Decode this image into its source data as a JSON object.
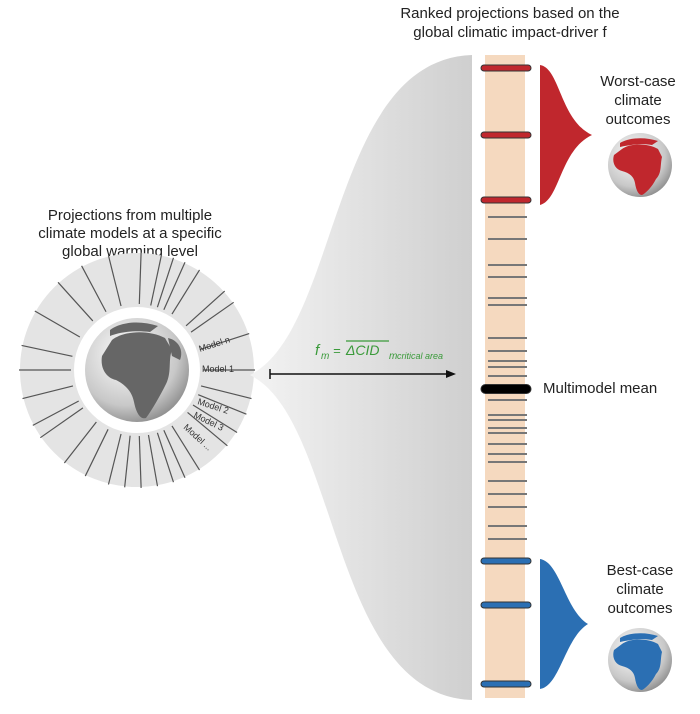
{
  "title_left": [
    "Projections from multiple",
    "climate models at a specific",
    "global warming level"
  ],
  "title_top": [
    "Ranked projections based on the",
    "global climatic impact-driver f"
  ],
  "model_labels": [
    "Model n",
    "Model 1",
    "Model 2",
    "Model 3",
    "Model ..."
  ],
  "equation": {
    "lhs": "f",
    "lhs_sub": "m",
    "eq": "=",
    "rhs": "ΔCID",
    "rhs_sub": "m",
    "rhs_sub2": "critical area"
  },
  "worst_case": [
    "Worst-case",
    "climate",
    "outcomes"
  ],
  "best_case": [
    "Best-case",
    "climate",
    "outcomes"
  ],
  "mean_label": "Multimodel mean",
  "colors": {
    "worst": "#c0272d",
    "best": "#2b6fb3",
    "bar": "#f5d9bf",
    "projection": "#777777",
    "mean": "#000000",
    "equation": "#3a9a3a"
  }
}
